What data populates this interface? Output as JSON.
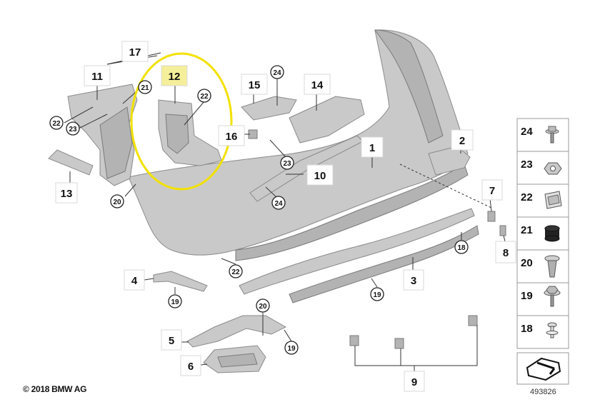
{
  "copyright": "© 2018 BMW AG",
  "diagram_id": "493826",
  "highlight_color": "#f2e100",
  "callouts": {
    "p1": "1",
    "p2": "2",
    "p3": "3",
    "p4": "4",
    "p5": "5",
    "p6": "6",
    "p7": "7",
    "p8": "8",
    "p9": "9",
    "p10": "10",
    "p11": "11",
    "p12": "12",
    "p13": "13",
    "p14": "14",
    "p15": "15",
    "p16": "16",
    "p17": "17",
    "c18": "18",
    "c19a": "19",
    "c19b": "19",
    "c19c": "19",
    "c20a": "20",
    "c20b": "20",
    "c21": "21",
    "c22a": "22",
    "c22b": "22",
    "c22c": "22",
    "c23a": "23",
    "c23b": "23",
    "c24a": "24",
    "c24b": "24"
  },
  "legend": [
    {
      "label": "24",
      "icon": "screw-with-washer-icon"
    },
    {
      "label": "23",
      "icon": "nut-icon"
    },
    {
      "label": "22",
      "icon": "spring-clip-icon"
    },
    {
      "label": "21",
      "icon": "rubber-buffer-icon"
    },
    {
      "label": "20",
      "icon": "expanding-rivet-icon"
    },
    {
      "label": "19",
      "icon": "hex-screw-icon"
    },
    {
      "label": "18",
      "icon": "push-rivet-icon"
    }
  ]
}
